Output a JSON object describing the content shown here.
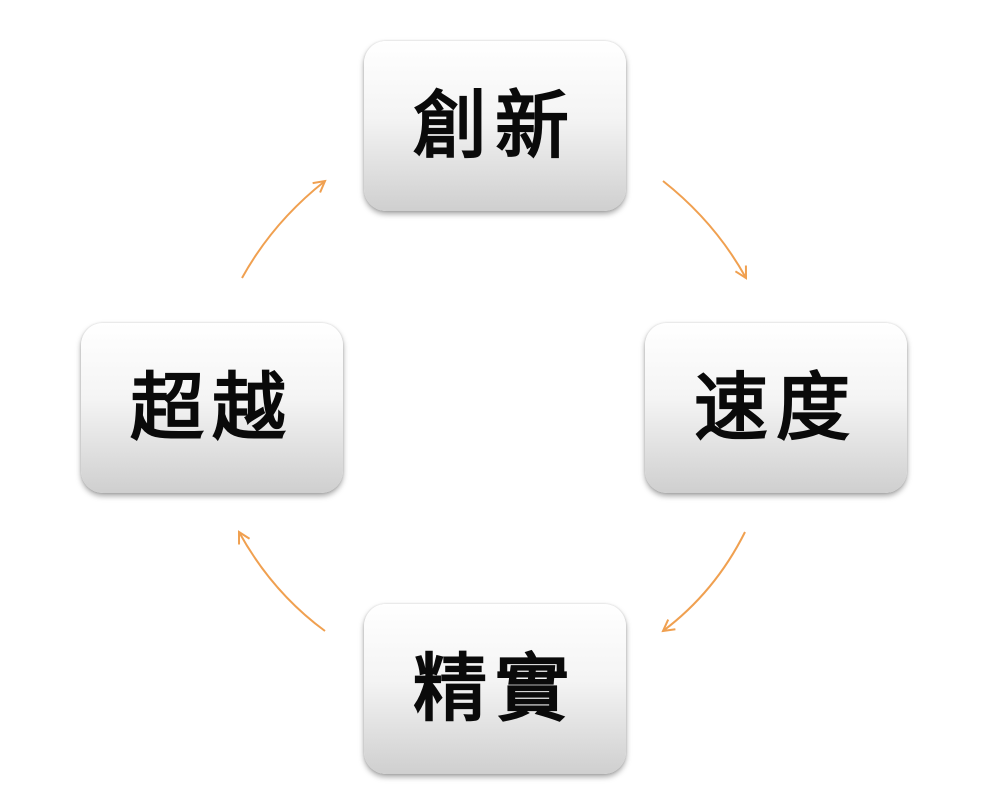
{
  "diagram": {
    "type": "cycle",
    "nodes": [
      {
        "id": "top",
        "label": "創新"
      },
      {
        "id": "right",
        "label": "速度"
      },
      {
        "id": "bottom",
        "label": "精實"
      },
      {
        "id": "left",
        "label": "超越"
      }
    ],
    "edges": [
      {
        "from": "top",
        "to": "right"
      },
      {
        "from": "right",
        "to": "bottom"
      },
      {
        "from": "bottom",
        "to": "left"
      },
      {
        "from": "left",
        "to": "top"
      }
    ],
    "colors": {
      "arrow": "#f0a050",
      "text": "#0a0a0a"
    }
  }
}
